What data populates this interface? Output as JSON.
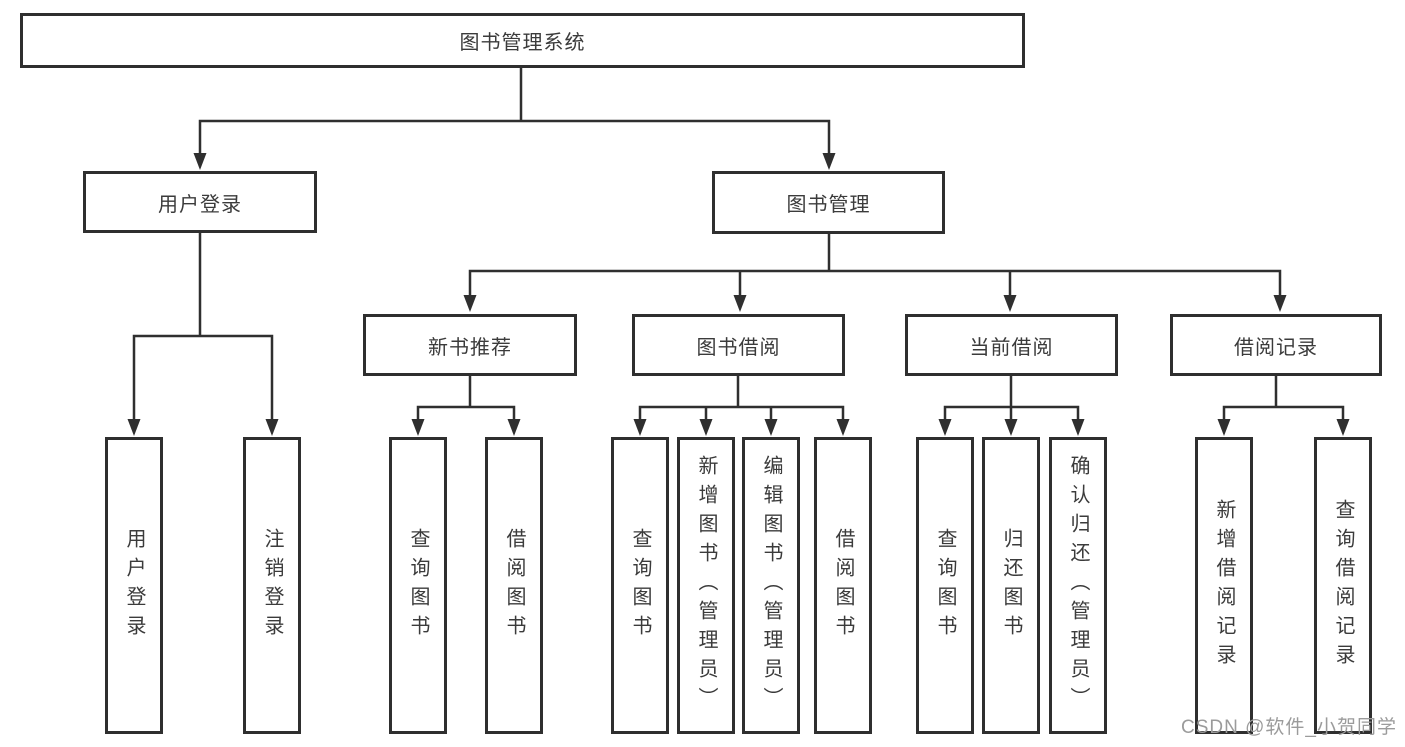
{
  "diagram_title": "图书管理系统",
  "colors": {
    "line": "#2f2f2f",
    "text": "#3b3b3b",
    "watermark": "#9b9b9b",
    "background": "#ffffff"
  },
  "watermark": {
    "text": "CSDN @软件_小贺同学"
  },
  "tree": {
    "label": "图书管理系统",
    "children": [
      {
        "label": "用户登录",
        "children": [
          {
            "label": "用户登录"
          },
          {
            "label": "注销登录"
          }
        ]
      },
      {
        "label": "图书管理",
        "children": [
          {
            "label": "新书推荐",
            "children": [
              {
                "label": "查询图书"
              },
              {
                "label": "借阅图书"
              }
            ]
          },
          {
            "label": "图书借阅",
            "children": [
              {
                "label": "查询图书"
              },
              {
                "label": "新增图书（管理员）"
              },
              {
                "label": "编辑图书（管理员）"
              },
              {
                "label": "借阅图书"
              }
            ]
          },
          {
            "label": "当前借阅",
            "children": [
              {
                "label": "查询图书"
              },
              {
                "label": "归还图书"
              },
              {
                "label": "确认归还（管理员）"
              }
            ]
          },
          {
            "label": "借阅记录",
            "children": [
              {
                "label": "新增借阅记录"
              },
              {
                "label": "查询借阅记录"
              }
            ]
          }
        ]
      }
    ]
  }
}
